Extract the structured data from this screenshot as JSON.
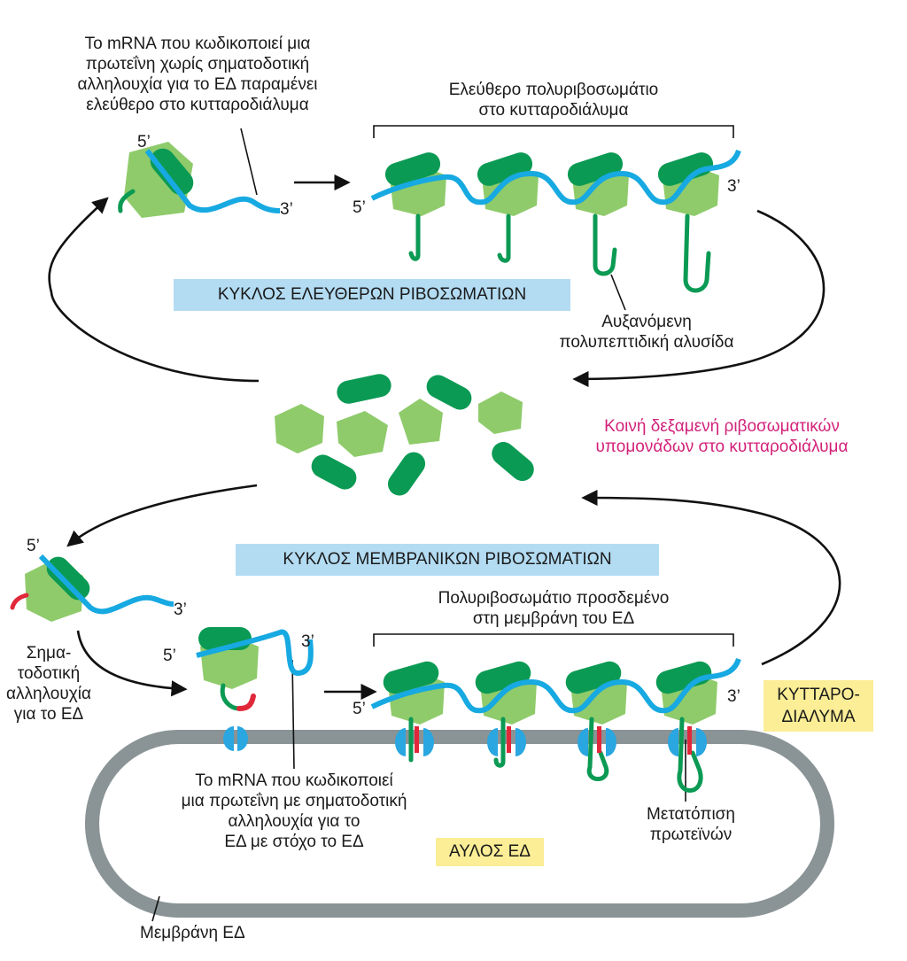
{
  "labels": {
    "free_mrna": [
      "Το mRNA που κωδικοποιεί μια",
      "πρωτεΐνη χωρίς σηματοδοτική",
      "αλληλουχία για το ΕΔ παραμένει",
      "ελεύθερο στο κυτταροδιάλυμα"
    ],
    "free_polyribosome": [
      "Ελεύθερο πολυριβοσωμάτιο",
      "στο κυτταροδιάλυμα"
    ],
    "free_cycle": "ΚΥΚΛΟΣ ΕΛΕΥΘΕΡΩΝ ΡΙΒΟΣΩΜΑΤΙΩΝ",
    "growing_chain": [
      "Αυξανόμενη",
      "πολυπεπτιδική αλυσίδα"
    ],
    "subunit_pool": [
      "Κοινή δεξαμενή ριβοσωματικών",
      "υπομονάδων στο κυτταροδιάλυμα"
    ],
    "membrane_cycle": "ΚΥΚΛΟΣ ΜΕΜΒΡΑΝΙΚΩΝ ΡΙΒΟΣΩΜΑΤΙΩΝ",
    "bound_polyribosome": [
      "Πολυριβοσωμάτιο προσδεμένο",
      "στη μεμβράνη του ΕΔ"
    ],
    "signal_sequence": [
      "Σημα-",
      "τοδοτική",
      "αλληλουχία",
      "για το ΕΔ"
    ],
    "cytosol": [
      "ΚΥΤΤΑΡΟ-",
      "ΔΙΑΛΥΜΑ"
    ],
    "er_mrna": [
      "Το mRNA που κωδικοποιεί",
      "μια πρωτεΐνη με σηματοδοτική",
      "αλληλουχία για το",
      "ΕΔ με στόχο το ΕΔ"
    ],
    "translocation": [
      "Μετατόπιση",
      "πρωτεϊνών"
    ],
    "er_lumen": "ΑΥΛΟΣ ΕΔ",
    "er_membrane": "Μεμβράνη ΕΔ",
    "five_prime": "5’",
    "three_prime": "3’"
  },
  "colors": {
    "large_subunit": "#0b9a54",
    "small_subunit": "#8fcb6b",
    "mrna": "#17a9e1",
    "signal": "#e1283a",
    "translocon": "#2aa6e0",
    "membrane": "#8a9395",
    "pool_text": "#d2227a",
    "cycle_box": "#b3dcf3",
    "compartment_box": "#fbee96"
  }
}
